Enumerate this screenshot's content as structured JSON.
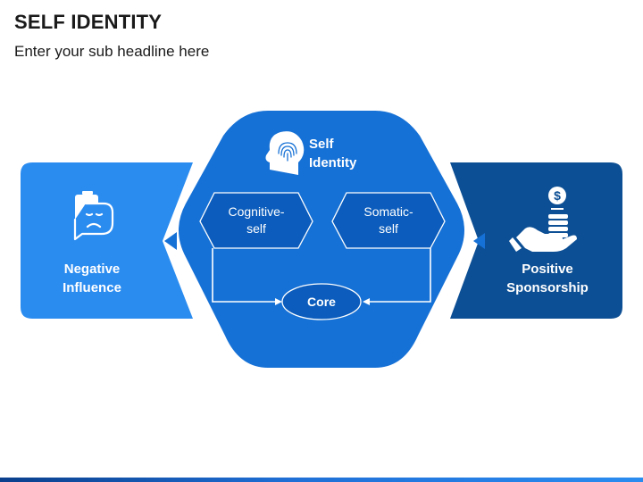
{
  "header": {
    "title": "SELF IDENTITY",
    "subtitle": "Enter your sub headline here"
  },
  "colors": {
    "left_panel": "#2b8cf0",
    "center_hexagon": "#1671d6",
    "inner_shapes": "#0b5cbc",
    "right_panel": "#0d4f94",
    "connector": "#ffffff",
    "arrow": "#1671d6"
  },
  "left_panel": {
    "icon": "sad-phone-icon",
    "label_line1": "Negative",
    "label_line2": "Influence"
  },
  "center": {
    "icon": "head-fingerprint-icon",
    "label_line1": "Self",
    "label_line2": "Identity",
    "cognitive_line1": "Cognitive-",
    "cognitive_line2": "self",
    "somatic_line1": "Somatic-",
    "somatic_line2": "self",
    "core": "Core"
  },
  "right_panel": {
    "icon": "hand-coins-dollar-icon",
    "label_line1": "Positive",
    "label_line2": "Sponsorship"
  }
}
